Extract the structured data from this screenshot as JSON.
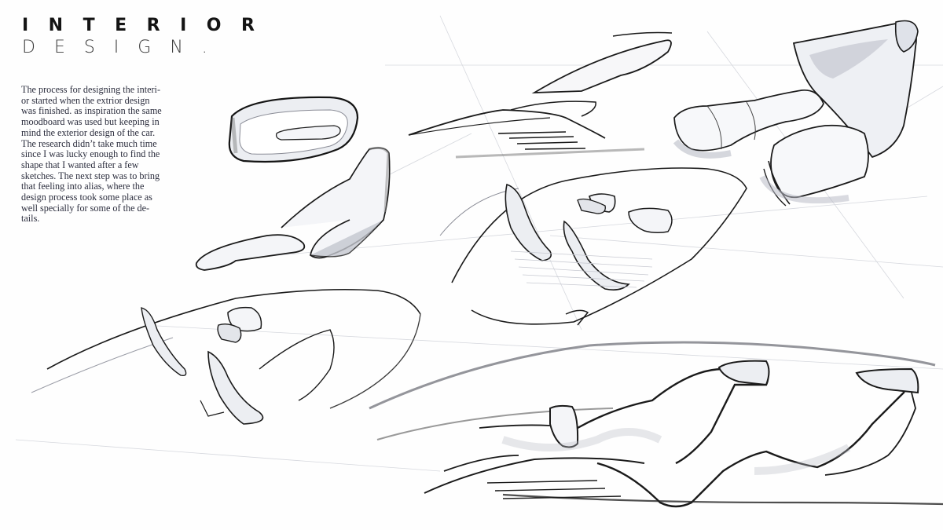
{
  "header": {
    "title_line1": "INTERIOR",
    "title_line2": "DESIGN."
  },
  "description": {
    "lines": [
      "The process for designing the interi-",
      "or started when the extrior design",
      "was finished. as inspiration the same",
      "moodboard was used but keeping in",
      "mind the exterior design of the car.",
      "The research didn’t take much time",
      "since I was lucky enough to find the",
      "shape that I wanted after a few",
      "sketches. The next step was to bring",
      "that feeling into alias, where the",
      "design process took some place as",
      "well specially for some of the de-",
      "tails."
    ]
  },
  "sketches": [
    {
      "name": "steering-wheel-sketch"
    },
    {
      "name": "dashboard-side-sketch"
    },
    {
      "name": "seat-cushions-sketch"
    },
    {
      "name": "single-seat-sketch"
    },
    {
      "name": "cockpit-top-view-sketch"
    },
    {
      "name": "cabin-perspective-sketch"
    },
    {
      "name": "side-profile-seats-sketch"
    }
  ],
  "colors": {
    "ink": "#141414",
    "text": "#2b2d3d",
    "shade": "#b9bcc6",
    "pencil": "#c8cad2"
  }
}
